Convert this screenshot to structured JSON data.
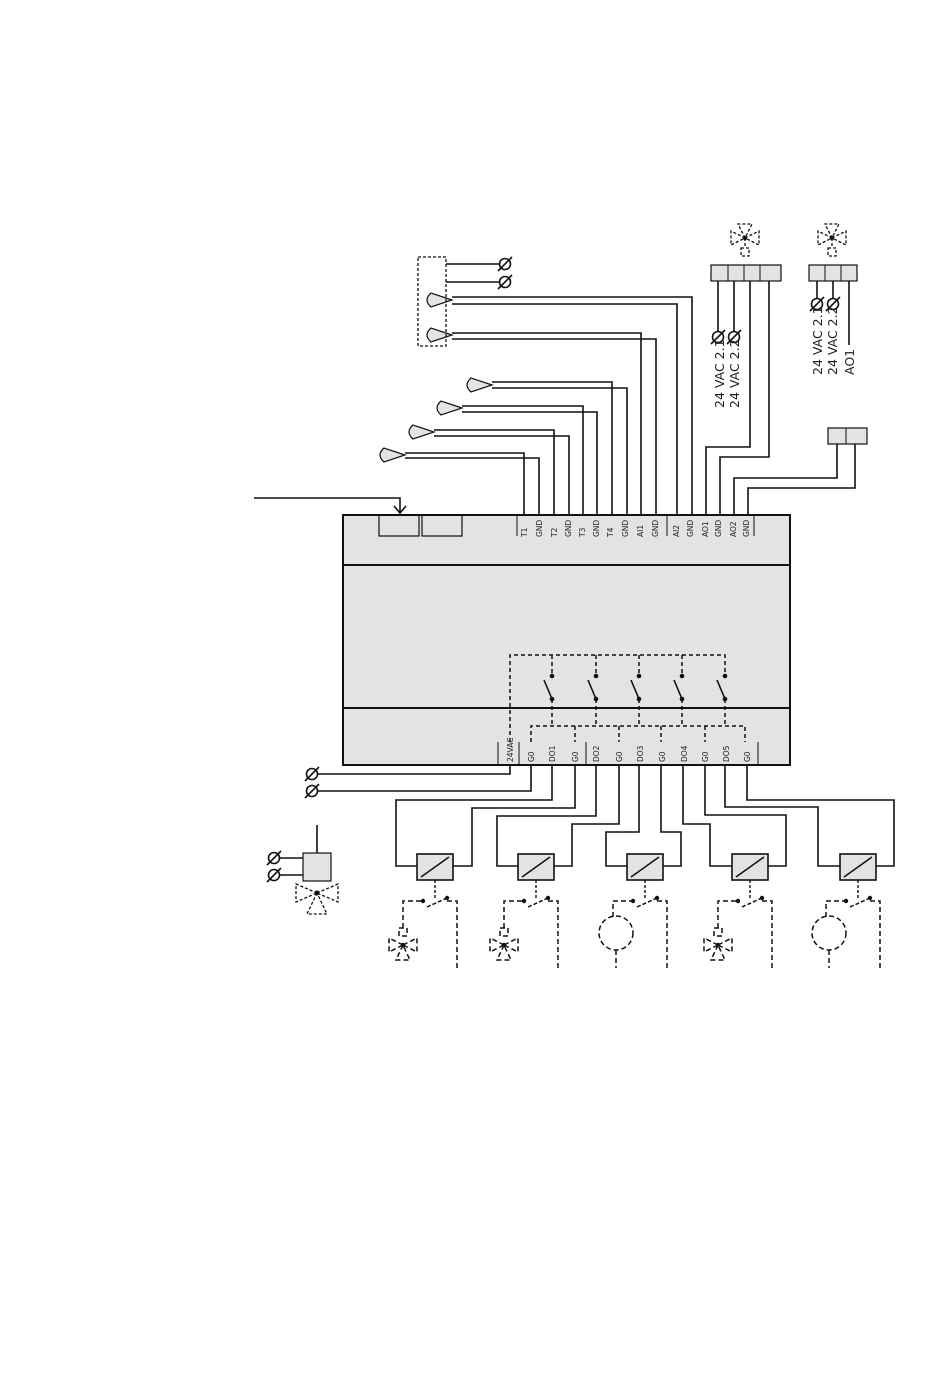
{
  "terminals_top": [
    "T1",
    "GND",
    "T2",
    "GND",
    "T3",
    "GND",
    "T4",
    "GND",
    "AI1",
    "GND",
    "AI2",
    "GND",
    "AO1",
    "GND",
    "AO2",
    "GND"
  ],
  "terminals_bottom": [
    "24VAC",
    "G0",
    "DO1",
    "G0",
    "DO2",
    "G0",
    "DO3",
    "G0",
    "DO4",
    "G0",
    "DO5",
    "G0"
  ],
  "valve1_labels": [
    "24 VAC 2.1",
    "24 VAC 2.2"
  ],
  "valve2_labels": [
    "24 VAC 2.1",
    "24 VAC 2.2",
    "AO1"
  ],
  "colors": {
    "housing": "#e3e3e3",
    "line": "#111111"
  }
}
